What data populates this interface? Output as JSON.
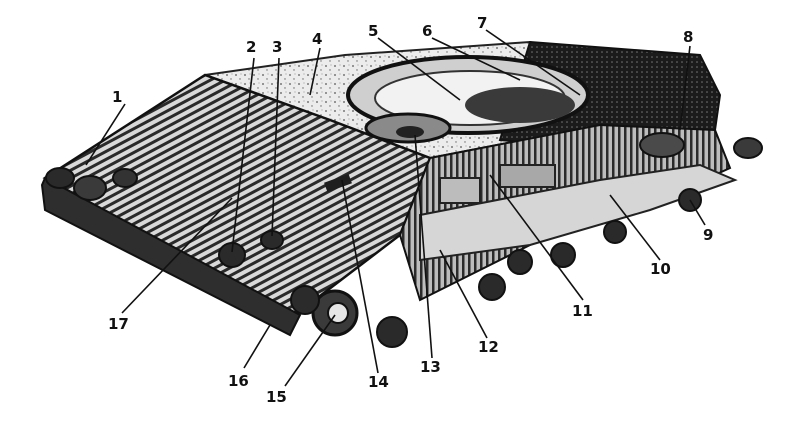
{
  "figure": {
    "callouts": [
      {
        "id": "c1",
        "text": "1"
      },
      {
        "id": "c2",
        "text": "2"
      },
      {
        "id": "c3",
        "text": "3"
      },
      {
        "id": "c4",
        "text": "4"
      },
      {
        "id": "c5",
        "text": "5"
      },
      {
        "id": "c6",
        "text": "6"
      },
      {
        "id": "c7",
        "text": "7"
      },
      {
        "id": "c8",
        "text": "8"
      },
      {
        "id": "c9",
        "text": "9"
      },
      {
        "id": "c10",
        "text": "10"
      },
      {
        "id": "c11",
        "text": "11"
      },
      {
        "id": "c12",
        "text": "12"
      },
      {
        "id": "c13",
        "text": "13"
      },
      {
        "id": "c14",
        "text": "14"
      },
      {
        "id": "c15",
        "text": "15"
      },
      {
        "id": "c16",
        "text": "16"
      },
      {
        "id": "c17",
        "text": "17"
      }
    ]
  }
}
